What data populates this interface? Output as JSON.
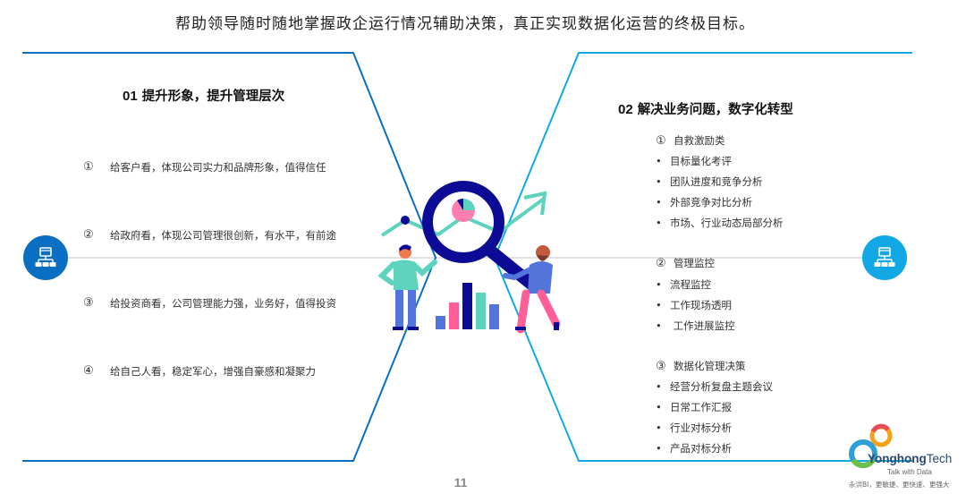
{
  "headline": "帮助领导随时随地掌握政企运行情况辅助决策，真正实现数据化运营的终极目标。",
  "left_panel": {
    "number": "01",
    "title": "提升形象，提升管理层次",
    "items": [
      {
        "marker": "①",
        "text": "给客户看，体现公司实力和品牌形象，值得信任"
      },
      {
        "marker": "②",
        "text": "给政府看，体现公司管理很创新，有水平，有前途"
      },
      {
        "marker": "③",
        "text": "给投资商看，公司管理能力强，业务好，值得投资"
      },
      {
        "marker": "④",
        "text": "给自己人看，稳定军心，增强自豪感和凝聚力"
      }
    ],
    "icon": "network-hierarchy-icon",
    "accent_color": "#0a6fc2"
  },
  "right_panel": {
    "number": "02",
    "title": "解决业务问题，数字化转型",
    "groups": [
      {
        "marker": "①",
        "heading": "自救激励类",
        "bullets": [
          "目标量化考评",
          "团队进度和竞争分析",
          "外部竞争对比分析",
          "市场、行业动态局部分析"
        ]
      },
      {
        "marker": "②",
        "heading": "管理监控",
        "bullets": [
          "流程监控",
          "工作现场透明",
          " 工作进展监控"
        ]
      },
      {
        "marker": "③",
        "heading": "数据化管理决策",
        "bullets": [
          "经营分析复盘主题会议",
          "日常工作汇报",
          "行业对标分析",
          "产品对标分析"
        ]
      }
    ],
    "bullet_char": "•",
    "icon": "network-hierarchy-icon",
    "accent_color": "#12a8e6"
  },
  "illustration": {
    "description": "two people with giant magnifying glass over trend line, pie chart and bar chart",
    "bars": [
      {
        "height": 15,
        "color": "#5274db"
      },
      {
        "height": 30,
        "color": "#ff5e98"
      },
      {
        "height": 52,
        "color": "#0b0b96"
      },
      {
        "height": 41,
        "color": "#5dd3bd"
      },
      {
        "height": 28,
        "color": "#5274db"
      }
    ]
  },
  "page_number": "11",
  "logo": {
    "brand_bold": "Yonghong",
    "brand_light": "Tech",
    "tagline": "Talk with Data",
    "slogan": "永洪BI，更敏捷、更快速、更强大"
  },
  "colors": {
    "left_line": "#0a6fc2",
    "right_line": "#12a8e6",
    "divider": "#e3e3e3",
    "dark_navy": "#0b0b96",
    "teal": "#5dd3bd",
    "pink": "#ff5e98",
    "periwinkle": "#5274db"
  }
}
